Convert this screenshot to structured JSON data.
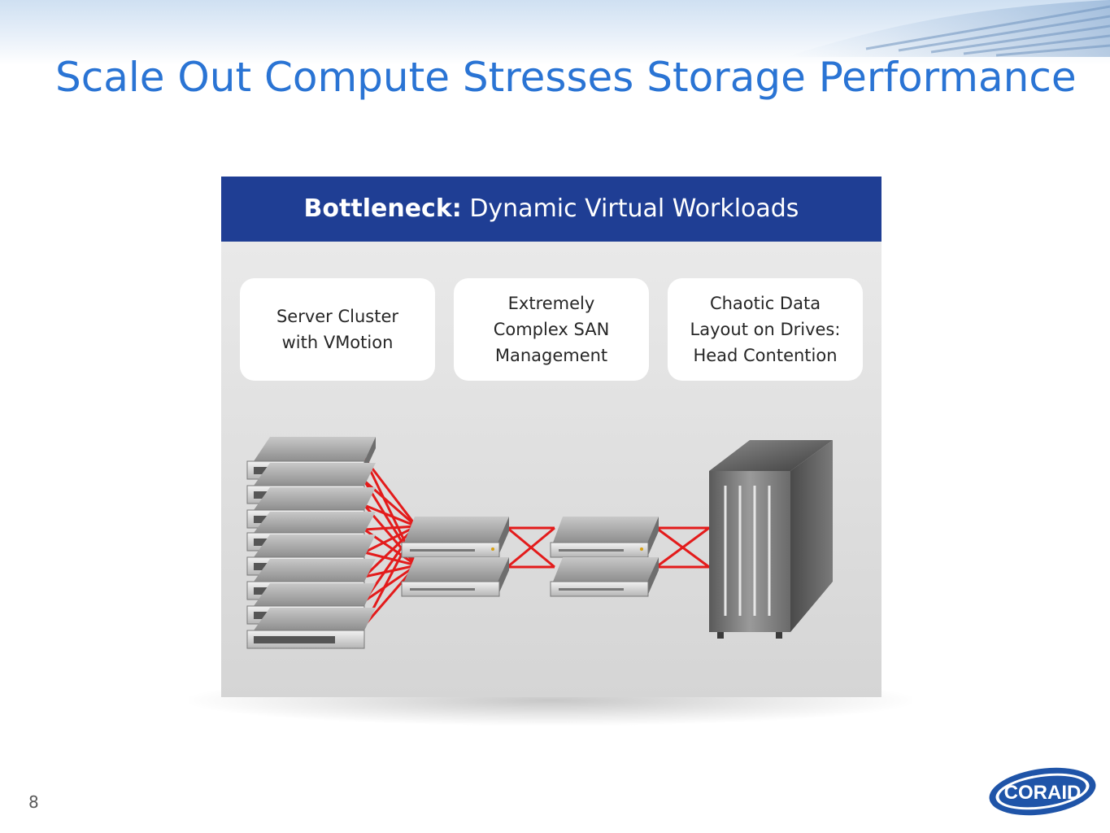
{
  "title": "Scale Out Compute Stresses Storage Performance",
  "panel": {
    "header_bold": "Bottleneck:",
    "header_rest": " Dynamic Virtual Workloads",
    "boxes": [
      {
        "label": "Server Cluster\nwith VMotion"
      },
      {
        "label": "Extremely\nComplex SAN\nManagement"
      },
      {
        "label": "Chaotic Data\nLayout on Drives:\nHead Contention"
      }
    ]
  },
  "page_number": "8",
  "logo": {
    "text": "CORAID"
  },
  "colors": {
    "title": "#2a74d4",
    "header_bg": "#1f3e94",
    "link_line": "#e31b1b"
  },
  "icons": [
    "server-rack-icon",
    "san-switch-icon",
    "storage-tower-icon"
  ]
}
